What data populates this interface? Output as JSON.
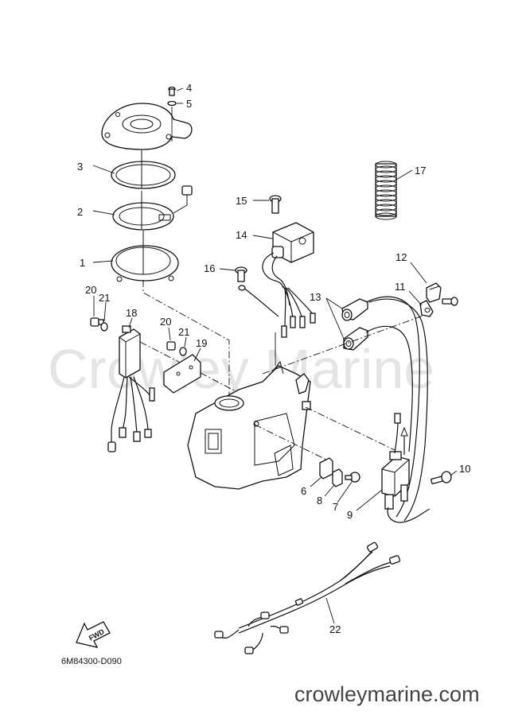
{
  "watermark": "Crowley Marine",
  "diagram_code": "6M84300-D090",
  "fwd_label": "FWD",
  "site_footer": "crowleymarine.com",
  "callouts": {
    "c1": "1",
    "c2": "2",
    "c3": "3",
    "c4": "4",
    "c5": "5",
    "c6": "6",
    "c7": "7",
    "c8": "8",
    "c9": "9",
    "c10": "10",
    "c11": "11",
    "c12": "12",
    "c13": "13",
    "c14": "14",
    "c15": "15",
    "c16": "16",
    "c17": "17",
    "c18": "18",
    "c19": "19",
    "c20a": "20",
    "c20b": "20",
    "c21a": "21",
    "c21b": "21",
    "c22": "22"
  }
}
